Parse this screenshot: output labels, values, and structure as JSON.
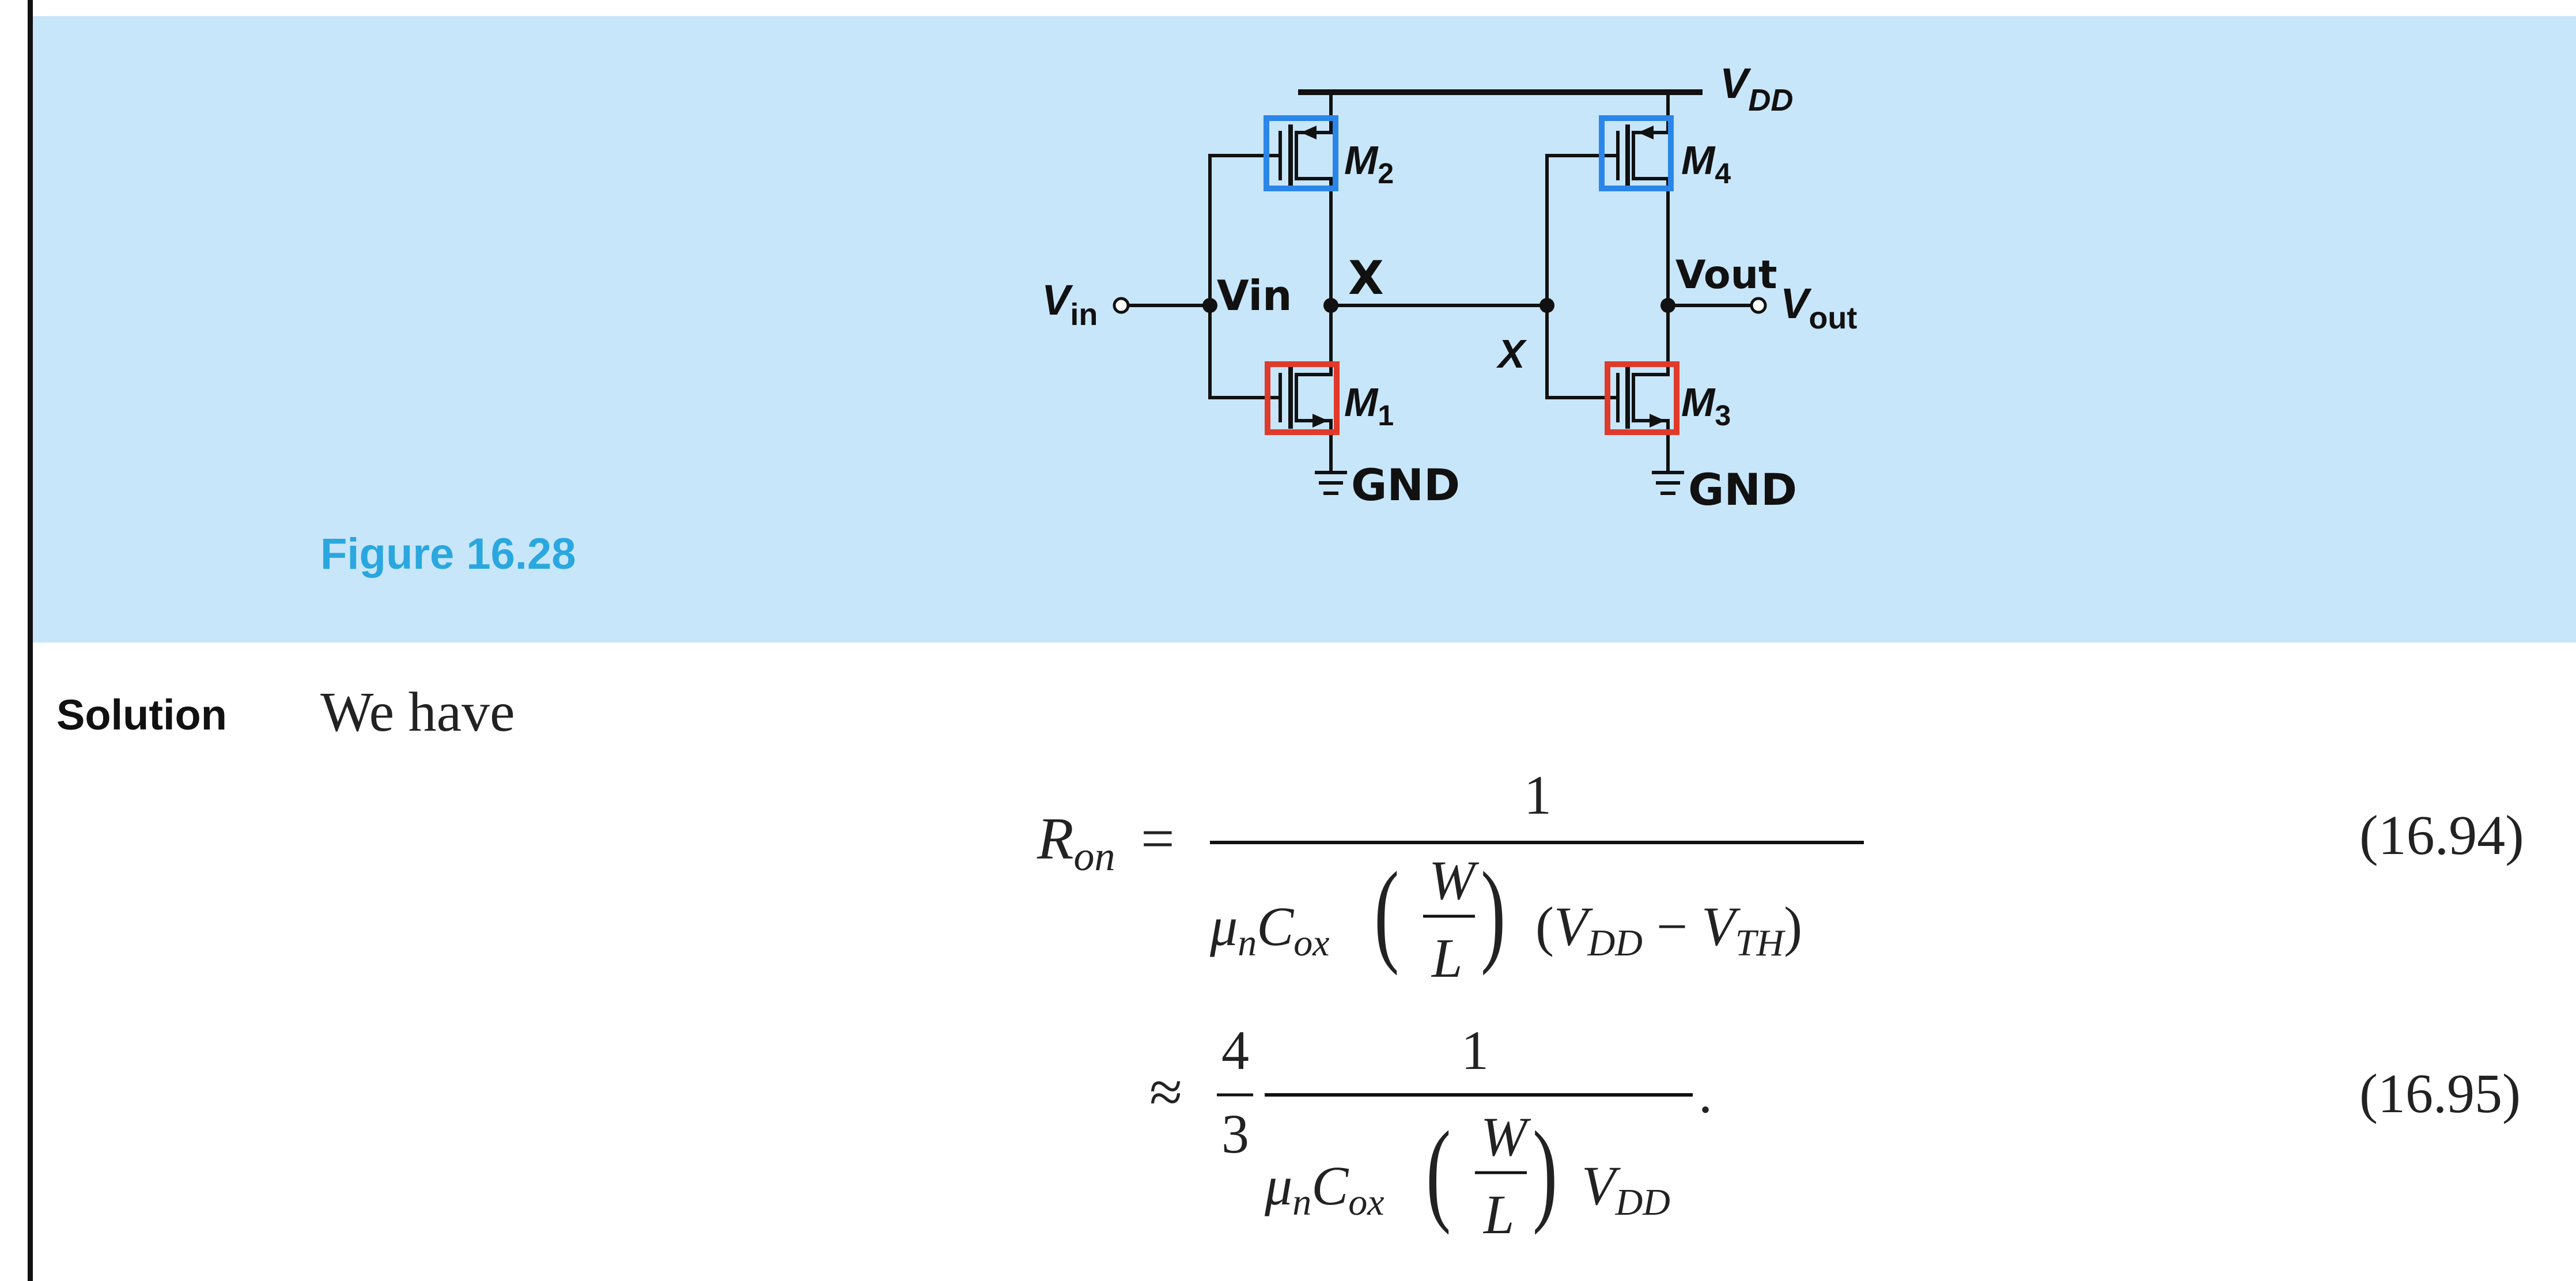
{
  "figure": {
    "caption": "Figure 16.28",
    "labels": {
      "vdd": "V",
      "vdd_sub": "DD",
      "vin": "V",
      "vin_sub": "in",
      "vout": "V",
      "vout_sub": "out",
      "m1": "M",
      "m1_sub": "1",
      "m2": "M",
      "m2_sub": "2",
      "m3": "M",
      "m3_sub": "3",
      "m4": "M",
      "m4_sub": "4",
      "x_printed": "X",
      "hand_vin": "Vin",
      "hand_x": "X",
      "hand_vout": "Vout",
      "gnd1": "GND",
      "gnd2": "GND"
    },
    "colors": {
      "band": "#c8e6fa",
      "pmos_box": "#2a86e8",
      "nmos_box": "#e03a2a",
      "caption": "#2aa7df"
    }
  },
  "solution": {
    "label": "Solution",
    "intro": "We have"
  },
  "equations": [
    {
      "number": "(16.94)"
    },
    {
      "number": "(16.95)"
    }
  ]
}
